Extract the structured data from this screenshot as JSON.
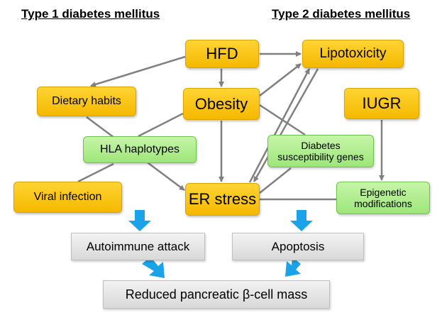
{
  "headings": {
    "type1": "Type 1 diabetes mellitus",
    "type2": "Type 2 diabetes mellitus"
  },
  "nodes": {
    "hfd": "HFD",
    "lipotoxicity": "Lipotoxicity",
    "dietary_habits": "Dietary habits",
    "obesity": "Obesity",
    "iugr": "IUGR",
    "hla_haplotypes": "HLA haplotypes",
    "diabetes_susceptibility_genes_line1": "Diabetes",
    "diabetes_susceptibility_genes_line2": "susceptibility genes",
    "viral_infection": "Viral infection",
    "er_stress": "ER stress",
    "epigenetic_modifications_line1": "Epigenetic",
    "epigenetic_modifications_line2": "modifications",
    "autoimmune_attack": "Autoimmune attack",
    "apoptosis": "Apoptosis",
    "reduced_mass": "Reduced pancreatic β-cell mass"
  },
  "colors": {
    "risk_factor_fill": "#ffc91a",
    "genetic_factor_fill": "#a8ea86",
    "outcome_fill": "#e3e3e3",
    "connector": "#808080",
    "flow_arrow": "#1aa3e8"
  }
}
